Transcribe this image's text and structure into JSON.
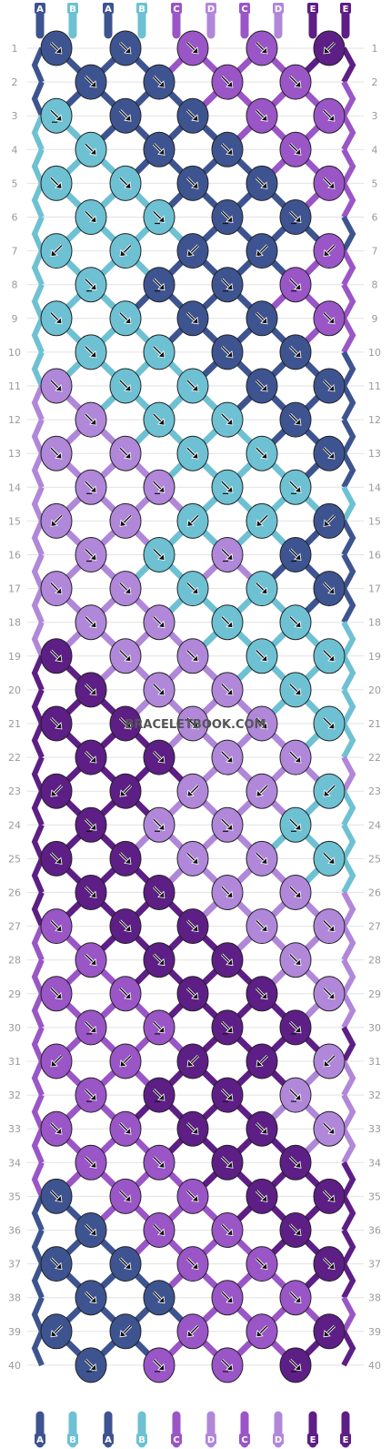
{
  "watermark": "BRACELETBOOK.COM",
  "colors": {
    "A": "#3e5490",
    "B": "#6ec1d3",
    "C": "#9a55c6",
    "D": "#b087d9",
    "E": "#5d1e85"
  },
  "top_labels": [
    "A",
    "B",
    "A",
    "B",
    "C",
    "D",
    "C",
    "D",
    "E",
    "E"
  ],
  "bottom_labels": [
    "A",
    "B",
    "A",
    "B",
    "C",
    "D",
    "C",
    "D",
    "E",
    "E"
  ],
  "rows": [
    "1",
    "2",
    "3",
    "4",
    "5",
    "6",
    "7",
    "8",
    "9",
    "10",
    "11",
    "12",
    "13",
    "14",
    "15",
    "16",
    "17",
    "18",
    "19",
    "20",
    "21",
    "22",
    "23",
    "24",
    "25",
    "26",
    "27",
    "28",
    "29",
    "30",
    "31",
    "32",
    "33",
    "34",
    "35",
    "36",
    "37",
    "38",
    "39",
    "40"
  ],
  "knots": [
    [
      {
        "c": "A",
        "d": "R"
      },
      {
        "c": "A",
        "d": "R"
      },
      {
        "c": "C",
        "d": "R"
      },
      {
        "c": "C",
        "d": "R"
      },
      {
        "c": "E",
        "d": "L"
      }
    ],
    [
      {
        "c": "A",
        "d": "R"
      },
      {
        "c": "A",
        "d": "R"
      },
      {
        "c": "C",
        "d": "R"
      },
      {
        "c": "C",
        "d": "R"
      }
    ],
    [
      {
        "c": "B",
        "d": "RL"
      },
      {
        "c": "A",
        "d": "R"
      },
      {
        "c": "A",
        "d": "R"
      },
      {
        "c": "C",
        "d": "R"
      },
      {
        "c": "C",
        "d": "R"
      }
    ],
    [
      {
        "c": "B",
        "d": "R"
      },
      {
        "c": "A",
        "d": "R"
      },
      {
        "c": "A",
        "d": "R"
      },
      {
        "c": "C",
        "d": "R"
      }
    ],
    [
      {
        "c": "B",
        "d": "R"
      },
      {
        "c": "B",
        "d": "R"
      },
      {
        "c": "A",
        "d": "R"
      },
      {
        "c": "A",
        "d": "R"
      },
      {
        "c": "C",
        "d": "R"
      }
    ],
    [
      {
        "c": "B",
        "d": "R"
      },
      {
        "c": "B",
        "d": "RL"
      },
      {
        "c": "A",
        "d": "RL"
      },
      {
        "c": "A",
        "d": "RL"
      }
    ],
    [
      {
        "c": "B",
        "d": "L"
      },
      {
        "c": "B",
        "d": "L"
      },
      {
        "c": "A",
        "d": "L"
      },
      {
        "c": "A",
        "d": "L"
      },
      {
        "c": "C",
        "d": "L"
      }
    ],
    [
      {
        "c": "B",
        "d": "LR"
      },
      {
        "c": "A",
        "d": "LR"
      },
      {
        "c": "A",
        "d": "LR"
      },
      {
        "c": "C",
        "d": "LR"
      }
    ],
    [
      {
        "c": "B",
        "d": "R"
      },
      {
        "c": "B",
        "d": "R"
      },
      {
        "c": "A",
        "d": "R"
      },
      {
        "c": "A",
        "d": "R"
      },
      {
        "c": "C",
        "d": "R"
      }
    ],
    [
      {
        "c": "B",
        "d": "R"
      },
      {
        "c": "B",
        "d": "R"
      },
      {
        "c": "A",
        "d": "R"
      },
      {
        "c": "A",
        "d": "R"
      }
    ],
    [
      {
        "c": "D",
        "d": "R"
      },
      {
        "c": "B",
        "d": "R"
      },
      {
        "c": "B",
        "d": "R"
      },
      {
        "c": "A",
        "d": "R"
      },
      {
        "c": "A",
        "d": "R"
      }
    ],
    [
      {
        "c": "D",
        "d": "R"
      },
      {
        "c": "B",
        "d": "R"
      },
      {
        "c": "B",
        "d": "R"
      },
      {
        "c": "A",
        "d": "R"
      }
    ],
    [
      {
        "c": "D",
        "d": "R"
      },
      {
        "c": "D",
        "d": "R"
      },
      {
        "c": "B",
        "d": "R"
      },
      {
        "c": "B",
        "d": "R"
      },
      {
        "c": "A",
        "d": "R"
      }
    ],
    [
      {
        "c": "D",
        "d": "RL"
      },
      {
        "c": "D",
        "d": "RL"
      },
      {
        "c": "B",
        "d": "RL"
      },
      {
        "c": "B",
        "d": "RL"
      }
    ],
    [
      {
        "c": "D",
        "d": "L"
      },
      {
        "c": "D",
        "d": "L"
      },
      {
        "c": "B",
        "d": "L"
      },
      {
        "c": "B",
        "d": "L"
      },
      {
        "c": "A",
        "d": "L"
      }
    ],
    [
      {
        "c": "D",
        "d": "LR"
      },
      {
        "c": "B",
        "d": "R"
      },
      {
        "c": "D",
        "d": "LR"
      },
      {
        "c": "A",
        "d": "LR"
      }
    ],
    [
      {
        "c": "D",
        "d": "R"
      },
      {
        "c": "D",
        "d": "R"
      },
      {
        "c": "B",
        "d": "R"
      },
      {
        "c": "B",
        "d": "R"
      },
      {
        "c": "A",
        "d": "R"
      }
    ],
    [
      {
        "c": "D",
        "d": "R"
      },
      {
        "c": "D",
        "d": "R"
      },
      {
        "c": "B",
        "d": "R"
      },
      {
        "c": "B",
        "d": "R"
      }
    ],
    [
      {
        "c": "E",
        "d": "R"
      },
      {
        "c": "D",
        "d": "R"
      },
      {
        "c": "D",
        "d": "R"
      },
      {
        "c": "B",
        "d": "R"
      },
      {
        "c": "B",
        "d": "R"
      }
    ],
    [
      {
        "c": "E",
        "d": "R"
      },
      {
        "c": "D",
        "d": "R"
      },
      {
        "c": "D",
        "d": "R"
      },
      {
        "c": "B",
        "d": "R"
      }
    ],
    [
      {
        "c": "E",
        "d": "R"
      },
      {
        "c": "E",
        "d": "R"
      },
      {
        "c": "D",
        "d": "R"
      },
      {
        "c": "D",
        "d": "R"
      },
      {
        "c": "B",
        "d": "R"
      }
    ],
    [
      {
        "c": "E",
        "d": "R"
      },
      {
        "c": "E",
        "d": "R"
      },
      {
        "c": "D",
        "d": "R"
      },
      {
        "c": "D",
        "d": "R"
      }
    ],
    [
      {
        "c": "E",
        "d": "L"
      },
      {
        "c": "E",
        "d": "L"
      },
      {
        "c": "D",
        "d": "L"
      },
      {
        "c": "D",
        "d": "L"
      },
      {
        "c": "B",
        "d": "L"
      }
    ],
    [
      {
        "c": "E",
        "d": "LR"
      },
      {
        "c": "D",
        "d": "LR"
      },
      {
        "c": "D",
        "d": "LR"
      },
      {
        "c": "B",
        "d": "LR"
      }
    ],
    [
      {
        "c": "E",
        "d": "R"
      },
      {
        "c": "E",
        "d": "R"
      },
      {
        "c": "D",
        "d": "R"
      },
      {
        "c": "D",
        "d": "R"
      },
      {
        "c": "B",
        "d": "R"
      }
    ],
    [
      {
        "c": "E",
        "d": "R"
      },
      {
        "c": "E",
        "d": "R"
      },
      {
        "c": "D",
        "d": "R"
      },
      {
        "c": "D",
        "d": "R"
      }
    ],
    [
      {
        "c": "C",
        "d": "R"
      },
      {
        "c": "E",
        "d": "R"
      },
      {
        "c": "E",
        "d": "R"
      },
      {
        "c": "D",
        "d": "R"
      },
      {
        "c": "D",
        "d": "R"
      }
    ],
    [
      {
        "c": "C",
        "d": "R"
      },
      {
        "c": "E",
        "d": "R"
      },
      {
        "c": "E",
        "d": "R"
      },
      {
        "c": "D",
        "d": "R"
      }
    ],
    [
      {
        "c": "C",
        "d": "R"
      },
      {
        "c": "C",
        "d": "R"
      },
      {
        "c": "E",
        "d": "R"
      },
      {
        "c": "E",
        "d": "R"
      },
      {
        "c": "D",
        "d": "R"
      }
    ],
    [
      {
        "c": "C",
        "d": "RL"
      },
      {
        "c": "C",
        "d": "RL"
      },
      {
        "c": "E",
        "d": "RL"
      },
      {
        "c": "E",
        "d": "RL"
      }
    ],
    [
      {
        "c": "C",
        "d": "L"
      },
      {
        "c": "C",
        "d": "L"
      },
      {
        "c": "E",
        "d": "L"
      },
      {
        "c": "E",
        "d": "L"
      },
      {
        "c": "D",
        "d": "L"
      }
    ],
    [
      {
        "c": "C",
        "d": "LR"
      },
      {
        "c": "E",
        "d": "LR"
      },
      {
        "c": "E",
        "d": "LR"
      },
      {
        "c": "D",
        "d": "LR"
      }
    ],
    [
      {
        "c": "C",
        "d": "R"
      },
      {
        "c": "C",
        "d": "R"
      },
      {
        "c": "E",
        "d": "R"
      },
      {
        "c": "E",
        "d": "R"
      },
      {
        "c": "D",
        "d": "R"
      }
    ],
    [
      {
        "c": "C",
        "d": "R"
      },
      {
        "c": "C",
        "d": "R"
      },
      {
        "c": "E",
        "d": "R"
      },
      {
        "c": "E",
        "d": "R"
      }
    ],
    [
      {
        "c": "A",
        "d": "R"
      },
      {
        "c": "C",
        "d": "R"
      },
      {
        "c": "C",
        "d": "R"
      },
      {
        "c": "E",
        "d": "R"
      },
      {
        "c": "E",
        "d": "R"
      }
    ],
    [
      {
        "c": "A",
        "d": "R"
      },
      {
        "c": "C",
        "d": "R"
      },
      {
        "c": "C",
        "d": "R"
      },
      {
        "c": "E",
        "d": "R"
      }
    ],
    [
      {
        "c": "A",
        "d": "R"
      },
      {
        "c": "A",
        "d": "R"
      },
      {
        "c": "C",
        "d": "R"
      },
      {
        "c": "C",
        "d": "R"
      },
      {
        "c": "E",
        "d": "R"
      }
    ],
    [
      {
        "c": "A",
        "d": "R"
      },
      {
        "c": "A",
        "d": "R"
      },
      {
        "c": "C",
        "d": "R"
      },
      {
        "c": "C",
        "d": "R"
      }
    ],
    [
      {
        "c": "A",
        "d": "L"
      },
      {
        "c": "A",
        "d": "L"
      },
      {
        "c": "C",
        "d": "L"
      },
      {
        "c": "C",
        "d": "L"
      },
      {
        "c": "E",
        "d": "L"
      }
    ],
    [
      {
        "c": "A",
        "d": "RL"
      },
      {
        "c": "C",
        "d": "RL"
      },
      {
        "c": "C",
        "d": "RL"
      },
      {
        "c": "E",
        "d": "RL"
      }
    ]
  ]
}
